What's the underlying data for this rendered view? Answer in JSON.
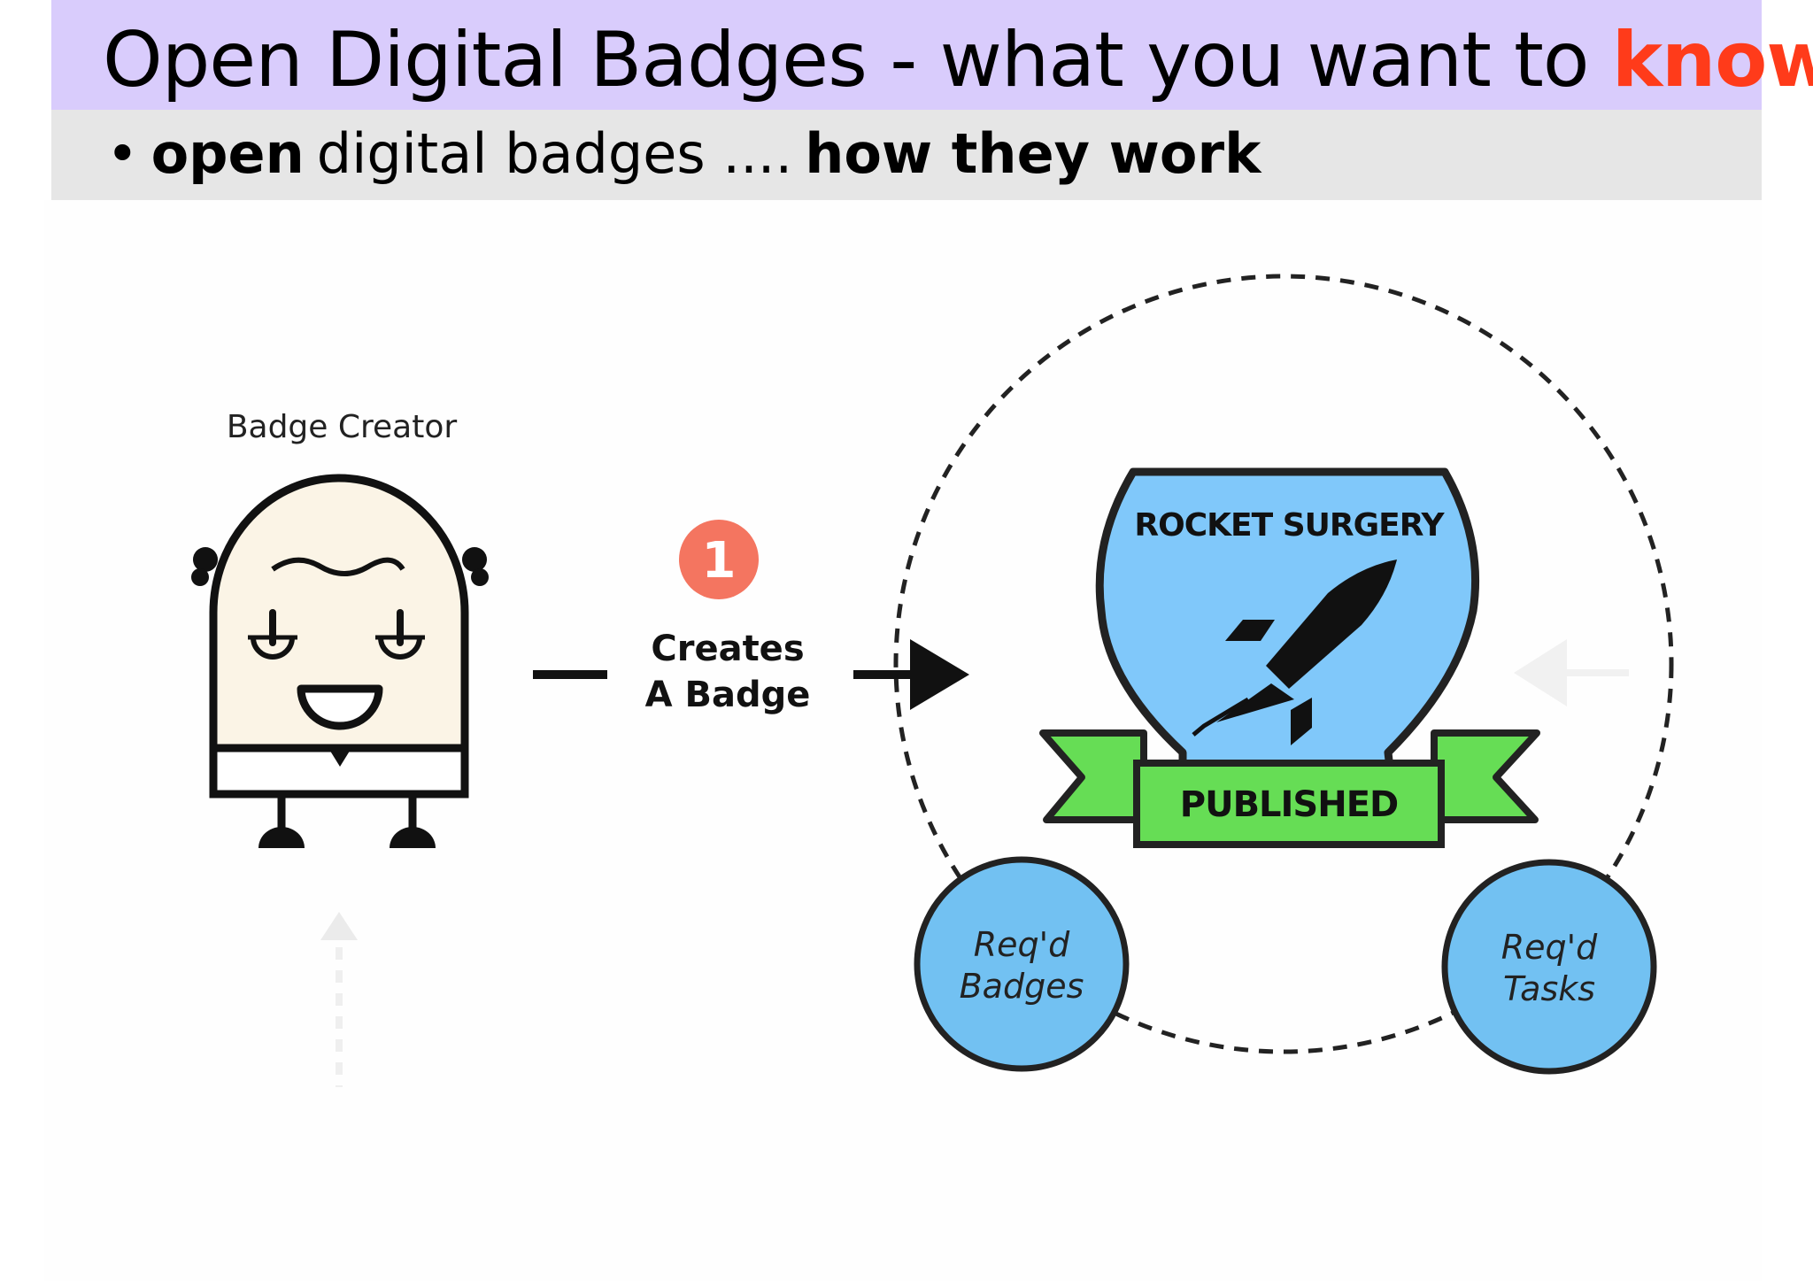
{
  "slide": {
    "title_main": "Open Digital Badges - what you want to ",
    "title_accent": "know",
    "subtitle_bullet": "•",
    "subtitle_bold1": "open",
    "subtitle_mid": "digital badges ....",
    "subtitle_bold2": "how they work"
  },
  "diagram": {
    "creator_label": "Badge Creator",
    "step_number": "1",
    "step_line1": "Creates",
    "step_line2": "A Badge",
    "badge_title": "ROCKET SURGERY",
    "badge_ribbon": "PUBLISHED",
    "req_badges_line1": "Req'd",
    "req_badges_line2": "Badges",
    "req_tasks_line1": "Req'd",
    "req_tasks_line2": "Tasks"
  },
  "colors": {
    "title_bg": "#d9ccfc",
    "subtitle_bg": "#e6e6e6",
    "accent": "#ff3b1a",
    "step_circle": "#f47560",
    "shield_blue": "#80c8fa",
    "ribbon_green": "#66dd55",
    "bubble_blue": "#72c1f2"
  }
}
